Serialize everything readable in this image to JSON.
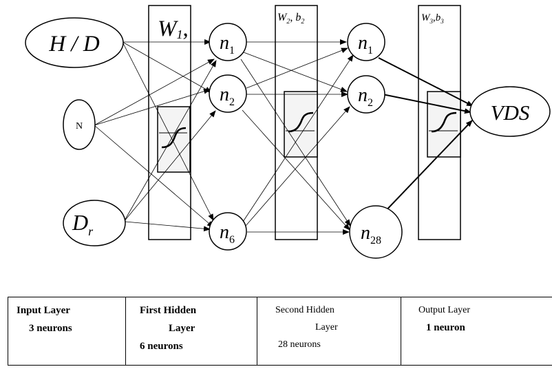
{
  "diagram": {
    "inputs": {
      "hd": "H / D",
      "n": "N",
      "dr": {
        "main": "D",
        "sub": "r"
      }
    },
    "weights": {
      "w1": {
        "main": "W",
        "sub": "1",
        "suffix": ","
      },
      "w2": {
        "main": "W",
        "sub": "2",
        "sep": ", ",
        "b": "b",
        "bsub": "2"
      },
      "w3": {
        "main": "W",
        "sub": "3",
        "sep": ",",
        "b": "b",
        "bsub": "3"
      }
    },
    "hidden1": [
      {
        "main": "n",
        "sub": "1"
      },
      {
        "main": "n",
        "sub": "2"
      },
      {
        "main": "n",
        "sub": "6"
      }
    ],
    "hidden2": [
      {
        "main": "n",
        "sub": "1"
      },
      {
        "main": "n",
        "sub": "2"
      },
      {
        "main": "n",
        "sub": "28"
      }
    ],
    "output": "VDS"
  },
  "table": {
    "input": {
      "title": "Input Layer",
      "line1": "3 neurons"
    },
    "first": {
      "title": "First Hidden",
      "line1": "Layer",
      "line2": "6 neurons"
    },
    "second": {
      "title": "Second Hidden",
      "line1": "Layer",
      "line2": "28 neurons"
    },
    "output": {
      "title": "Output Layer",
      "line1": "1 neuron"
    }
  }
}
